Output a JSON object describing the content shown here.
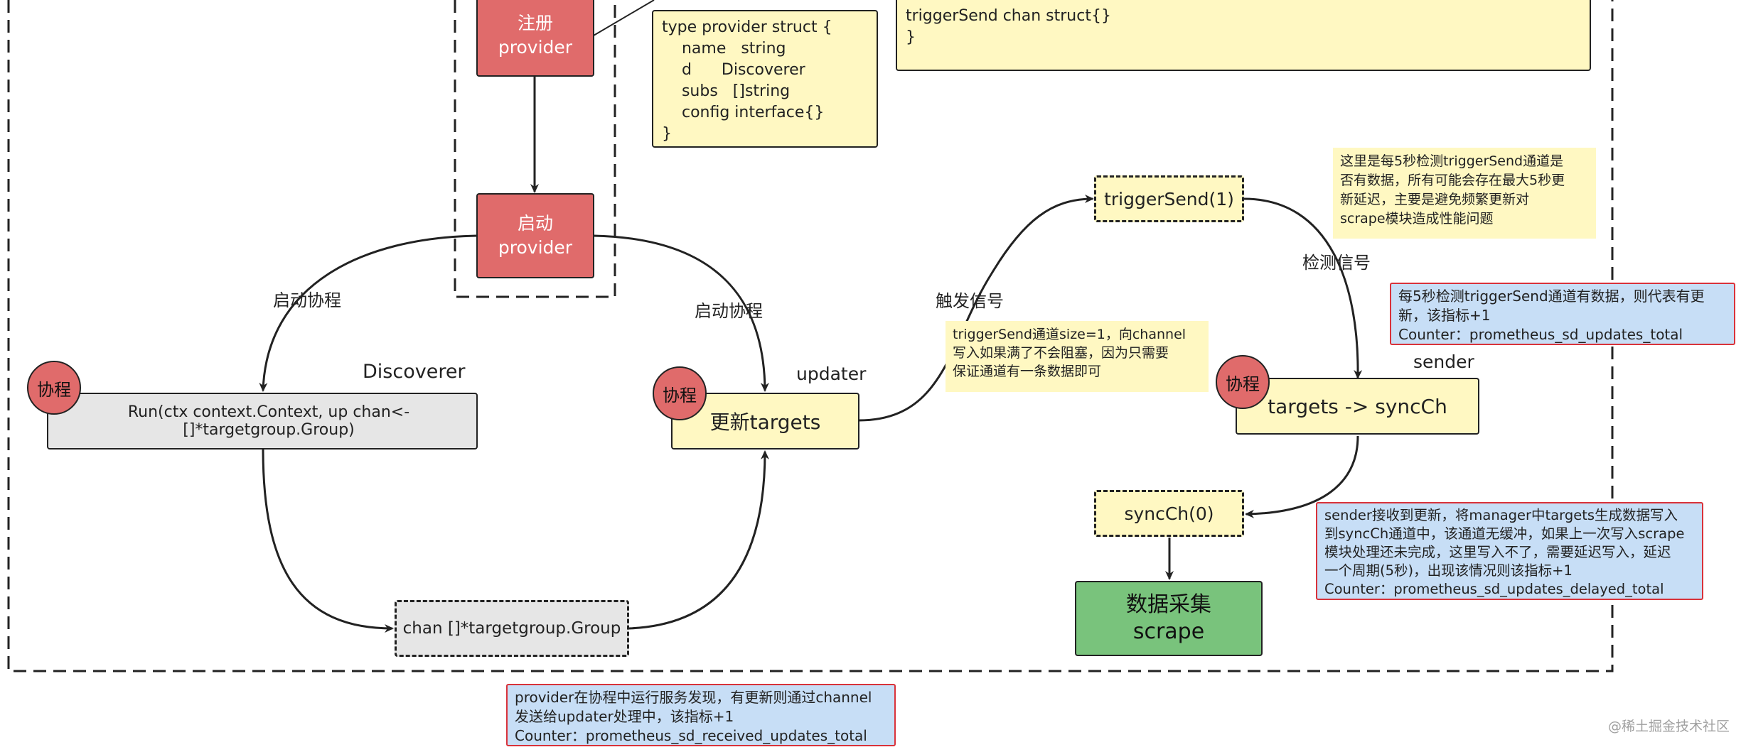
{
  "nodes": {
    "register_provider": "注册\nprovider",
    "start_provider": "启动\nprovider",
    "discoverer_run": "Run(ctx context.Context, up chan<- []*targetgroup.Group)",
    "chan_targetgroup": "chan []*targetgroup.Group",
    "update_targets": "更新targets",
    "trigger_send": "triggerSend(1)",
    "targets_syncch": "targets -> syncCh",
    "syncch": "syncCh(0)",
    "scrape": "数据采集\nscrape"
  },
  "badges": {
    "discoverer": "协程",
    "updater": "协程",
    "sender": "协程"
  },
  "labels": {
    "discoverer": "Discoverer",
    "updater": "updater",
    "sender": "sender",
    "start_coroutine_left": "启动协程",
    "start_coroutine_right": "启动协程",
    "trigger_signal": "触发信号",
    "detect_signal": "检测信号"
  },
  "notes": {
    "provider_struct": "type provider struct {\n    name   string\n    d      Discoverer\n    subs   []string\n    config interface{}\n}",
    "manager_struct_tail": "triggerSend chan struct{}\n}",
    "trigger_send_note": "triggerSend通道size=1，向channel\n写入如果满了不会阻塞，因为只需要\n保证通道有一条数据即可",
    "five_sec_note": "这里是每5秒检测triggerSend通道是\n否有数据，所有可能会存在最大5秒更\n新延迟，主要是避免频繁更新对\nscrape模块造成性能问题"
  },
  "metric_notes": {
    "updates_total": "每5秒检测triggerSend通道有数据，则代表有更\n新，该指标+1\nCounter：prometheus_sd_updates_total",
    "updates_delayed_total": "sender接收到更新，将manager中targets生成数据写入\n到syncCh通道中，该通道无缓冲，如果上一次写入scrape\n模块处理还未完成，这里写入不了，需要延迟写入，延迟\n一个周期(5秒)，出现该情况则该指标+1\nCounter：prometheus_sd_updates_delayed_total",
    "received_updates_total": "provider在协程中运行服务发现，有更新则通过channel\n发送给updater处理中，该指标+1\nCounter：prometheus_sd_received_updates_total"
  },
  "watermark": "@稀土掘金技术社区",
  "colors": {
    "provider_red": "#e06b6b",
    "note_yellow": "#fff8c2",
    "metric_blue": "#c7def6",
    "metric_border_red": "#d9323a",
    "scrape_green": "#79c37c",
    "chan_grey": "#e6e6e6"
  }
}
